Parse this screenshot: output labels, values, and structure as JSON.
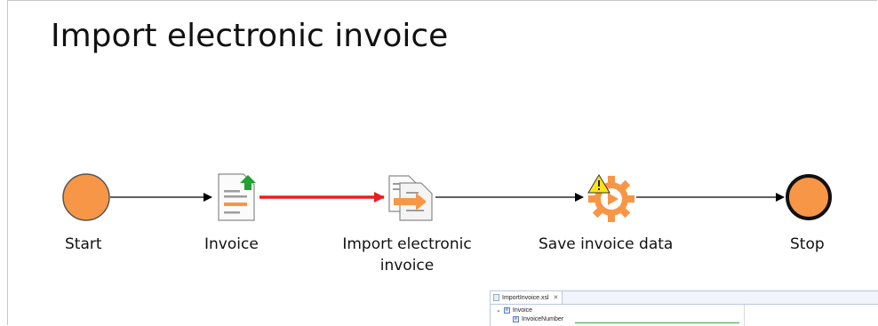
{
  "diagram": {
    "title": "Import electronic invoice",
    "nodes": [
      {
        "id": "start",
        "label": "Start",
        "type": "start-event",
        "color": "#F79646"
      },
      {
        "id": "invoice",
        "label": "Invoice",
        "type": "document"
      },
      {
        "id": "import",
        "label": "Import electronic\ninvoice",
        "type": "import-task"
      },
      {
        "id": "save",
        "label": "Save invoice data",
        "type": "service-task"
      },
      {
        "id": "stop",
        "label": "Stop",
        "type": "end-event",
        "color": "#F79646"
      }
    ],
    "edges": [
      {
        "from": "start",
        "to": "invoice",
        "color": "#000000"
      },
      {
        "from": "invoice",
        "to": "import",
        "color": "#E81E1E",
        "highlighted": true
      },
      {
        "from": "import",
        "to": "save",
        "color": "#000000"
      },
      {
        "from": "save",
        "to": "stop",
        "color": "#000000"
      }
    ]
  },
  "editor": {
    "tab_label": "ImportInvoice.xsl",
    "close_glyph": "✕",
    "tree": [
      {
        "label": "Invoice",
        "expanded": true,
        "depth": 0
      },
      {
        "label": "InvoiceNumber",
        "depth": 1
      }
    ]
  }
}
